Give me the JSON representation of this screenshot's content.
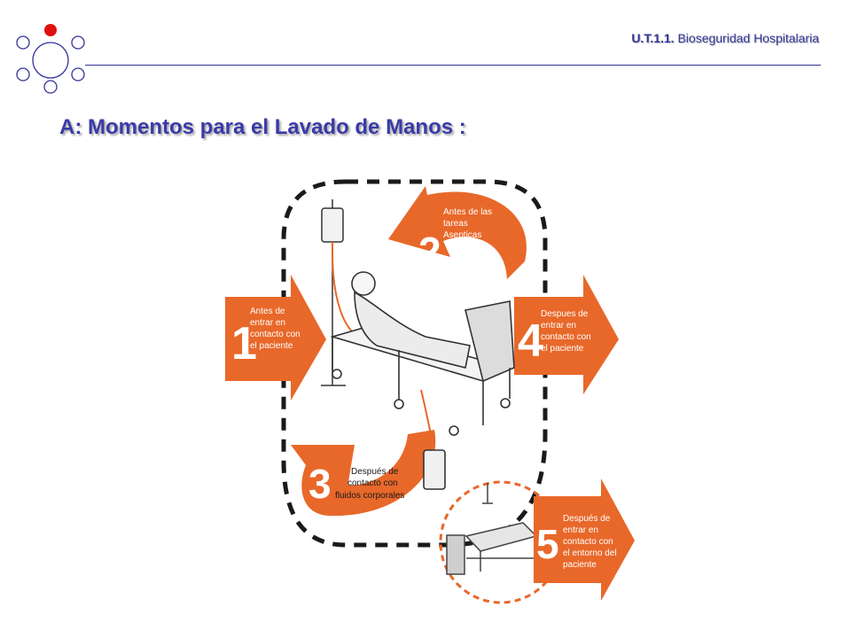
{
  "header": {
    "code": "U.T.1.1.",
    "subject": "Bioseguridad Hospitalaria"
  },
  "slide": {
    "title": "A: Momentos para el Lavado de Manos :"
  },
  "diagram": {
    "accent_color": "#e8682a",
    "moments": [
      {
        "number": "1",
        "lines": [
          "Antes de",
          "entrar en",
          "contacto con",
          "el paciente"
        ]
      },
      {
        "number": "2",
        "lines": [
          "Antes de las",
          "tareas",
          "Asepticas"
        ]
      },
      {
        "number": "3",
        "lines": [
          "Después de",
          "contacto con",
          "fluidos corporales"
        ]
      },
      {
        "number": "4",
        "lines": [
          "Despues de",
          "entrar en",
          "contacto con",
          "el paciente"
        ]
      },
      {
        "number": "5",
        "lines": [
          "Después de",
          "entrar en",
          "contacto con",
          "el entorno del",
          "paciente"
        ]
      }
    ]
  }
}
